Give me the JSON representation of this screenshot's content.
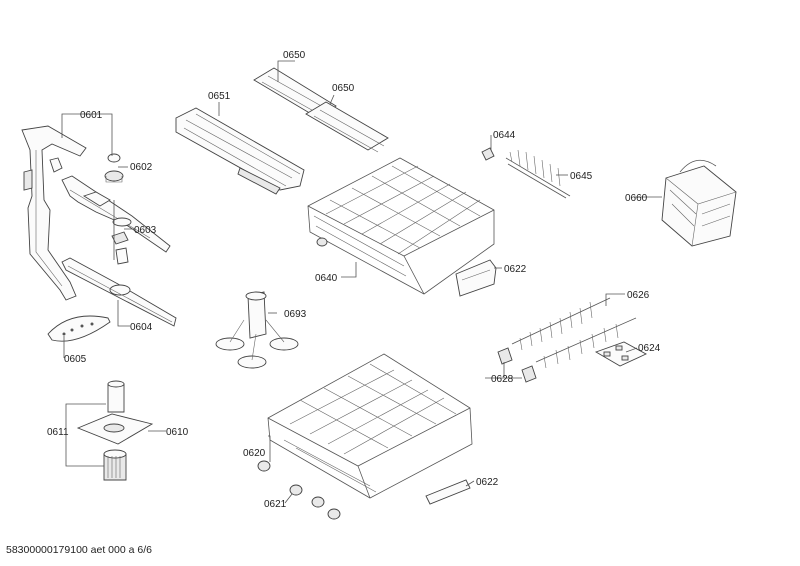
{
  "footer": {
    "document_id": "58300000179100 aet 000 a 6/6"
  },
  "parts": {
    "p0601": "0601",
    "p0602": "0602",
    "p0603": "0603",
    "p0604": "0604",
    "p0605": "0605",
    "p0610": "0610",
    "p0611": "0611",
    "p0620": "0620",
    "p0621": "0621",
    "p0622a": "0622",
    "p0622b": "0622",
    "p0624": "0624",
    "p0626": "0626",
    "p0628": "0628",
    "p0640": "0640",
    "p0644": "0644",
    "p0645": "0645",
    "p0650a": "0650",
    "p0650b": "0650",
    "p0651": "0651",
    "p0660": "0660",
    "p0693": "0693"
  },
  "colors": {
    "line": "#444444",
    "label": "#222222",
    "background": "#ffffff"
  }
}
